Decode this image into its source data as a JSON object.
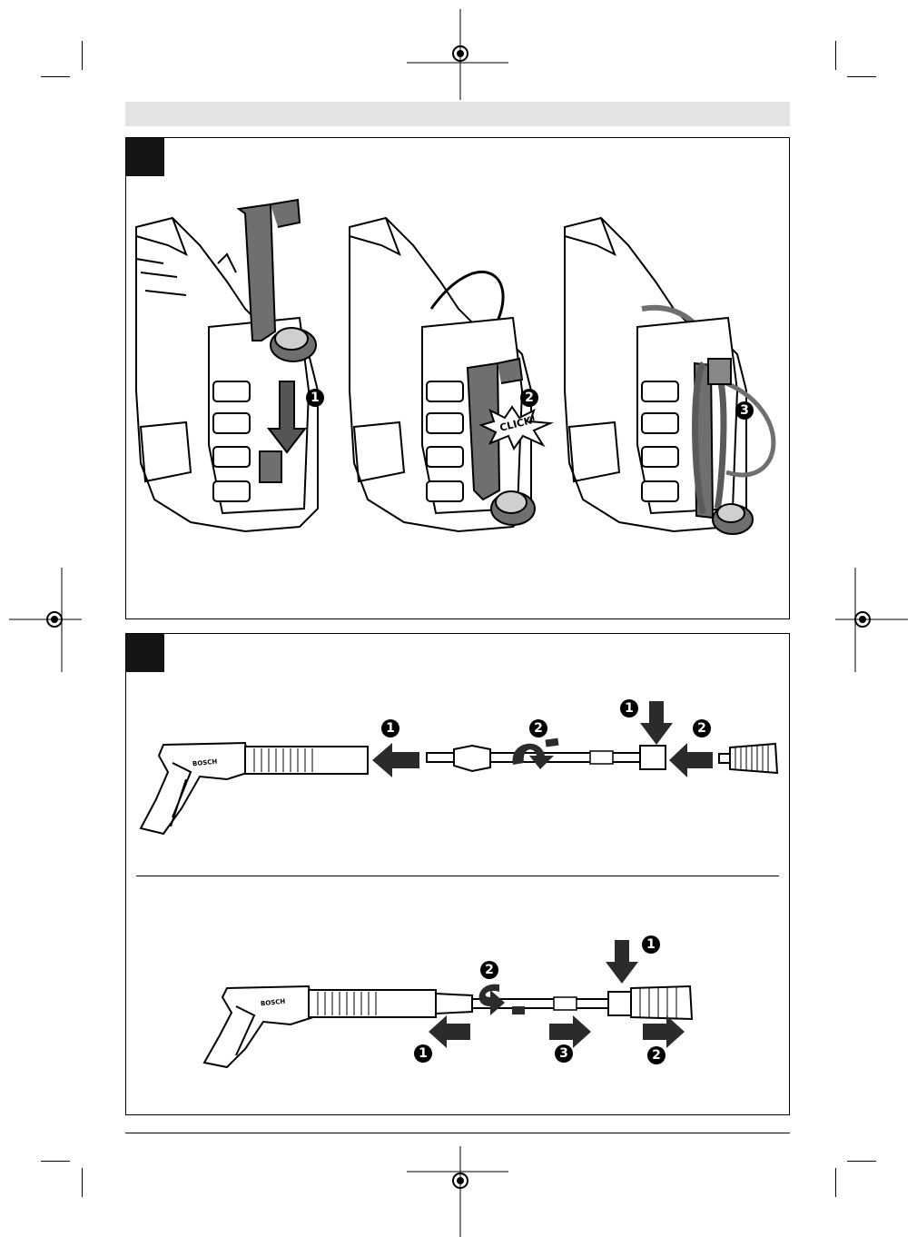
{
  "figure1": {
    "click_label": "CLICK!",
    "steps": [
      "1",
      "2",
      "3"
    ]
  },
  "figure2": {
    "top_steps": [
      "1",
      "2",
      "1",
      "2"
    ],
    "bottom_steps": [
      "1",
      "2",
      "1",
      "3",
      "2"
    ],
    "brand_text": "BOSCH"
  },
  "colors": {
    "tab": "#151515",
    "bar": "#e4e4e4",
    "part": "#6f6f6f"
  }
}
